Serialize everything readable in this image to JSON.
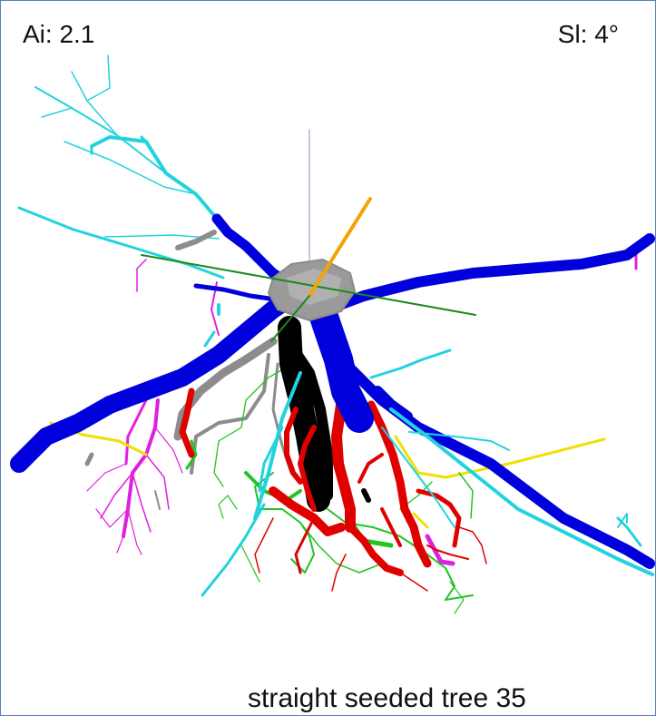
{
  "viewer": {
    "ai_label": "Ai: 2.1",
    "sl_label": "Sl: 4°",
    "caption": "straight seeded tree 35"
  },
  "colors": {
    "frame_border": "#5b7fc0",
    "branch_blue": "#0000dd",
    "branch_cyan": "#22d3dd",
    "branch_red": "#e00000",
    "branch_green": "#22c422",
    "branch_magenta": "#e020e0",
    "branch_gray": "#8c8c8c",
    "branch_black": "#000000",
    "branch_yellow": "#f0e000",
    "axis_orange": "#f5a300",
    "axis_green": "#1a8a1a",
    "axis_lavender": "#c8c8e0"
  }
}
